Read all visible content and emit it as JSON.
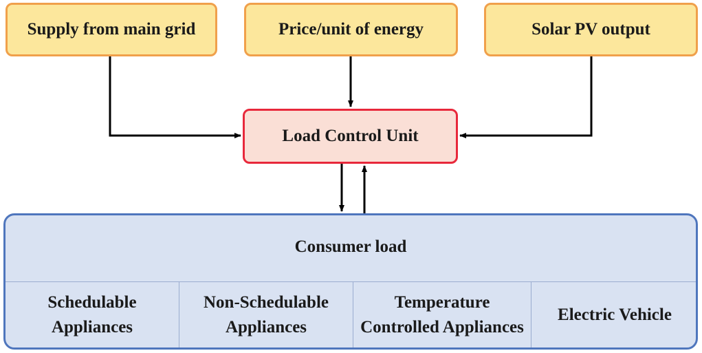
{
  "inputs": {
    "grid": "Supply from main grid",
    "price": "Price/unit of energy",
    "solar": "Solar PV output"
  },
  "controller": {
    "label": "Load Control Unit"
  },
  "consumer": {
    "title": "Consumer load",
    "categories": [
      {
        "line1": "Schedulable",
        "line2": "Appliances"
      },
      {
        "line1": "Non-Schedulable",
        "line2": "Appliances"
      },
      {
        "line1": "Temperature",
        "line2": "Controlled Appliances"
      },
      {
        "line1": "Electric Vehicle",
        "line2": ""
      }
    ]
  },
  "colors": {
    "input_fill": "#fce79c",
    "input_border": "#f0a04b",
    "controller_fill": "#fadfd6",
    "controller_border": "#e8283b",
    "consumer_fill": "#d9e2f2",
    "consumer_border": "#4f76bd",
    "arrow": "#000000"
  }
}
